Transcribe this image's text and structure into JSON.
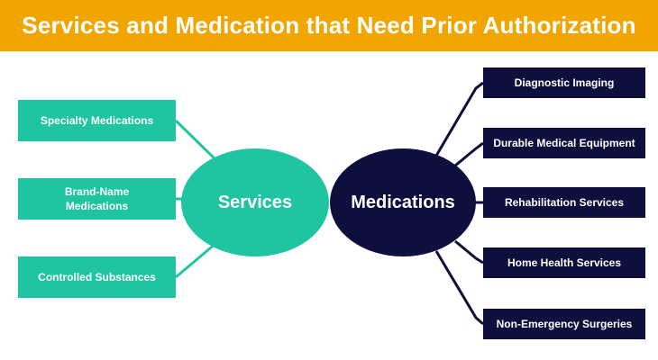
{
  "title": "Services and Medication that Need Prior Authorization",
  "center": {
    "services_label": "Services",
    "medications_label": "Medications"
  },
  "services_items": [
    "Specialty Medications",
    "Brand-Name Medications",
    "Controlled Substances"
  ],
  "medications_items": [
    "Diagnostic Imaging",
    "Durable Medical Equipment",
    "Rehabilitation Services",
    "Home Health Services",
    "Non-Emergency Surgeries"
  ],
  "colors": {
    "header": "#f0a500",
    "teal": "#1fc4a0",
    "navy": "#0e0f3d"
  }
}
